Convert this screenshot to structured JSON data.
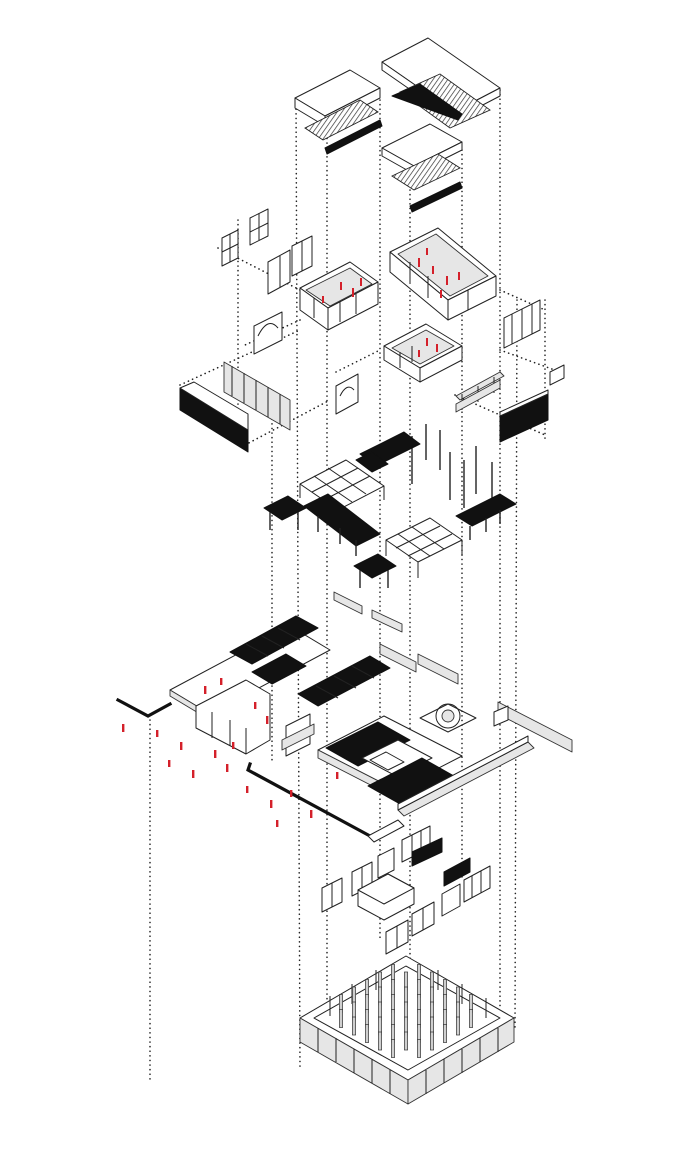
{
  "diagram": {
    "kind": "exploded-axonometric",
    "layers": [
      "roof-canopies",
      "wall-panels-and-interior-rooms",
      "structural-frame-and-dark-canopies",
      "ground-floor-plan",
      "facade-panels",
      "foundation-grid"
    ],
    "colors": {
      "ink": "#222222",
      "solid": "#111111",
      "accent_figures": "#d4202a",
      "panel_fill": "#e6e6e6",
      "background": "#ffffff"
    }
  }
}
